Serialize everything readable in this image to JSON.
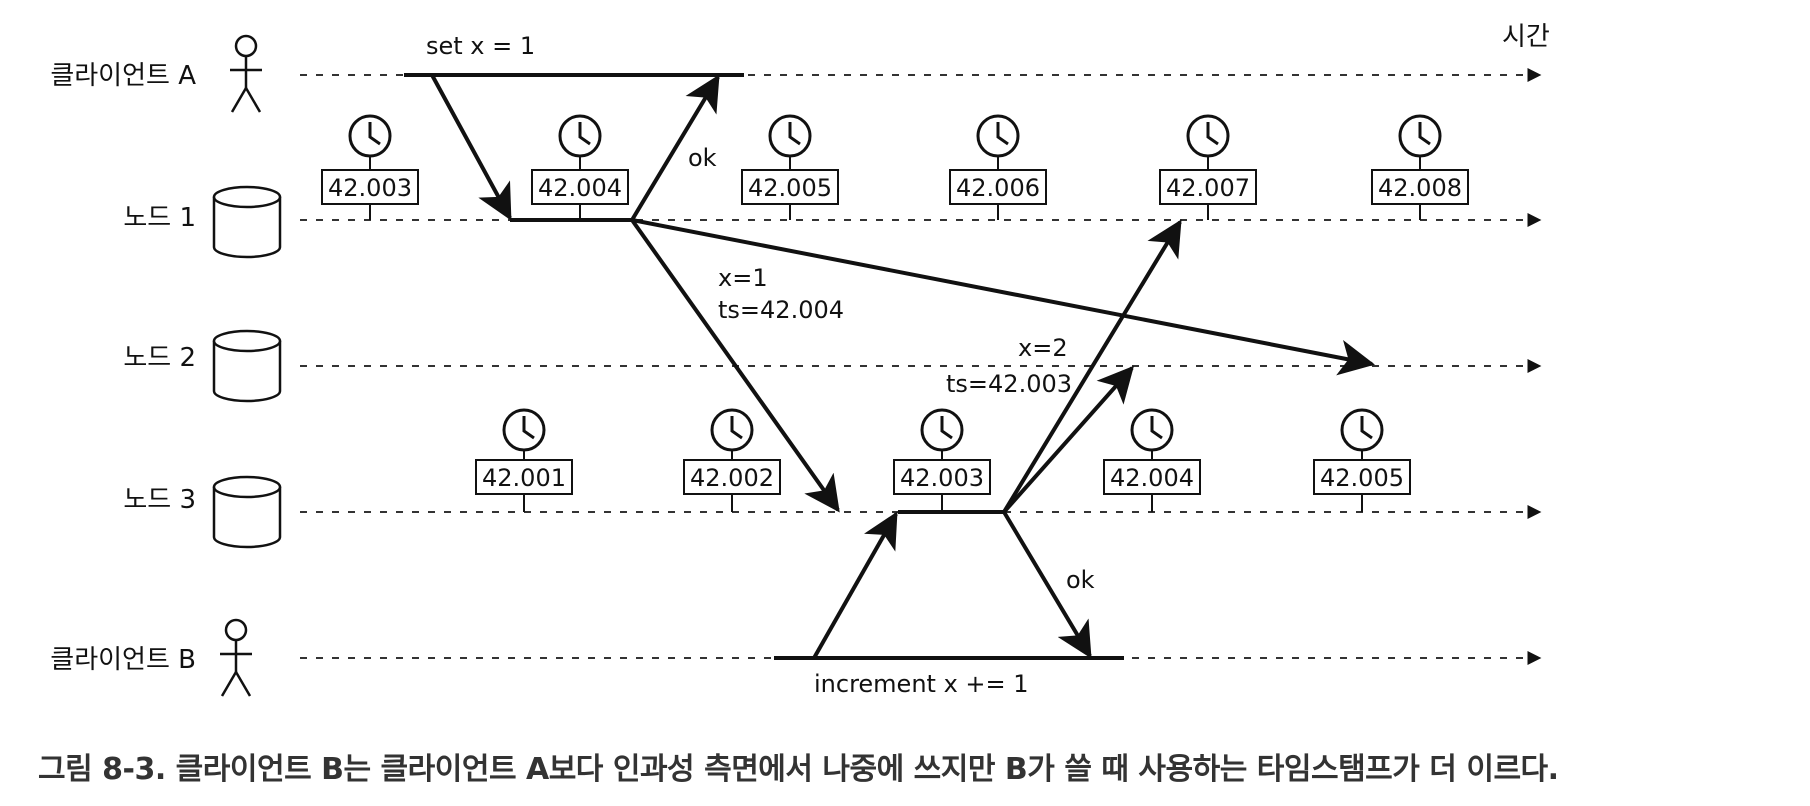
{
  "diagram": {
    "time_label": "시간",
    "lanes": {
      "client_a": "클라이언트 A",
      "node1": "노드 1",
      "node2": "노드 2",
      "node3": "노드 3",
      "client_b": "클라이언트 B"
    },
    "messages": {
      "set": "set x = 1",
      "ok_a": "ok",
      "rep1_value": "x=1",
      "rep1_ts": "ts=42.004",
      "rep2_value": "x=2",
      "rep2_ts": "ts=42.003",
      "ok_b": "ok",
      "increment": "increment x += 1"
    },
    "node1_clocks": [
      "42.003",
      "42.004",
      "42.005",
      "42.006",
      "42.007",
      "42.008"
    ],
    "node3_clocks": [
      "42.001",
      "42.002",
      "42.003",
      "42.004",
      "42.005"
    ]
  },
  "caption": "그림 8-3. 클라이언트 B는 클라이언트 A보다 인과성 측면에서 나중에 쓰지만 B가 쓸 때 사용하는 타임스탬프가 더 이르다."
}
